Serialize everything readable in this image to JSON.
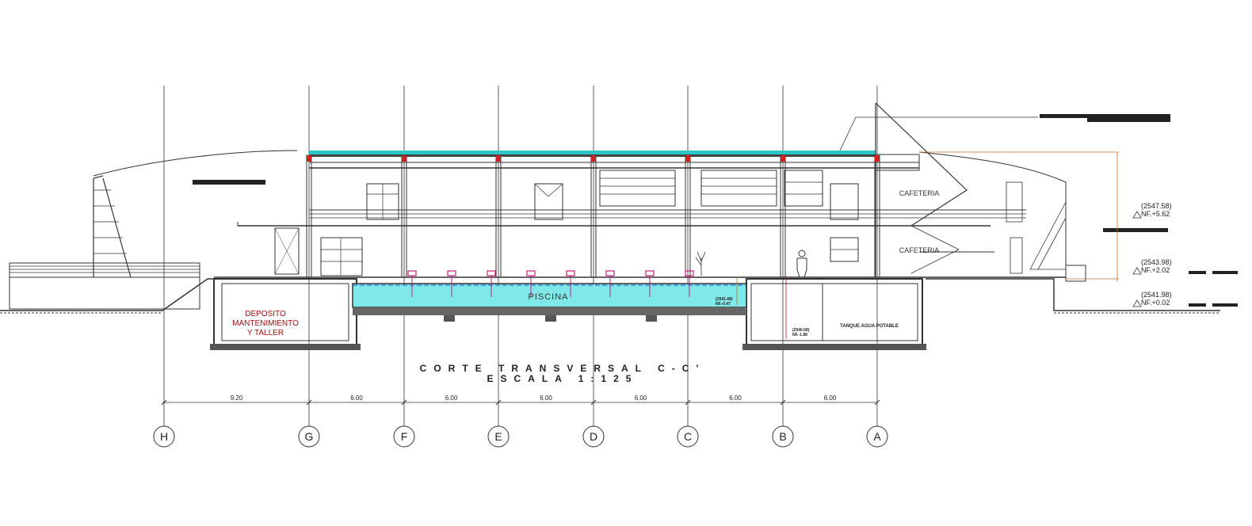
{
  "drawing": {
    "title": "CORTE TRANSVERSAL C-C'",
    "scale": "ESCALA 1:125"
  },
  "rooms": {
    "deposito_line1": "DEPOSITO",
    "deposito_line2": "MANTENIMIENTO",
    "deposito_line3": "Y TALLER",
    "piscina": "PISCINA",
    "cafeteria_upper": "CAFETERIA",
    "cafeteria_lower": "CAFETERIA",
    "tanque": "TANQUE AGUA POTABLE"
  },
  "levels": [
    {
      "elev": "(2547.58)",
      "nf": "NF.+5.62"
    },
    {
      "elev": "(2543.98)",
      "nf": "NF.+2.02"
    },
    {
      "elev": "(2541.98)",
      "nf": "NF.+0.02"
    }
  ],
  "inner_levels": {
    "pool_elev": "(2541.48)",
    "pool_nf": "NF.-0.47",
    "tank_elev": "(2540.08)",
    "tank_nf": "NF.-1.88"
  },
  "axes": [
    {
      "label": "H"
    },
    {
      "label": "G"
    },
    {
      "label": "F"
    },
    {
      "label": "E"
    },
    {
      "label": "D"
    },
    {
      "label": "C"
    },
    {
      "label": "B"
    },
    {
      "label": "A"
    }
  ],
  "dimensions": [
    "9.20",
    "6.00",
    "6.00",
    "6.00",
    "6.00",
    "6.00",
    "6.00"
  ],
  "colors": {
    "line": "#333333",
    "water": "#7fe8e8",
    "roof": "#2cc6c6",
    "red_text": "#a01010",
    "orange_dim": "#d07020",
    "magenta": "#c0207a",
    "blue_level": "#2050d0"
  }
}
